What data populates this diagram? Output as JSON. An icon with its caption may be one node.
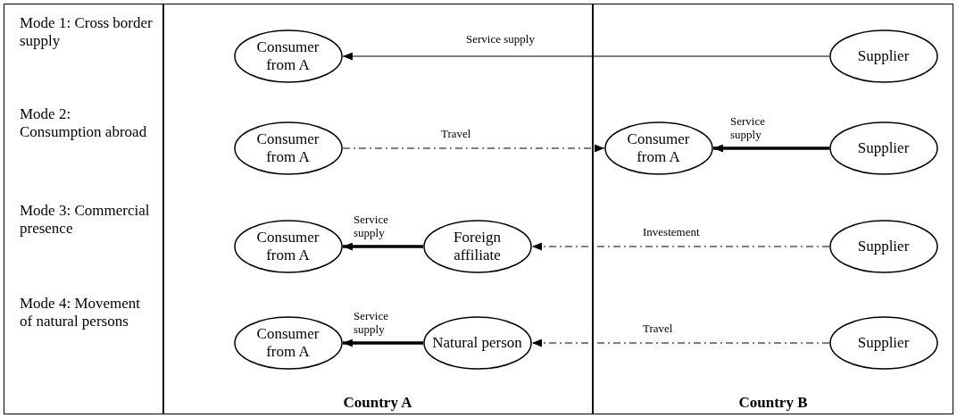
{
  "diagram": {
    "nodes": [
      {
        "text": [
          "Country A"
        ]
      },
      {
        "text": [
          "Country B"
        ]
      },
      {
        "text": [
          "Consumer from A"
        ],
        "in": 0
      },
      {
        "text": [
          "Supplier"
        ],
        "in": 1
      },
      {
        "text": [
          "Consumer from A"
        ],
        "in": 0
      },
      {
        "text": [
          "Consumer from A"
        ],
        "in": 1
      },
      {
        "text": [
          "Supplier"
        ],
        "in": 1
      },
      {
        "text": [
          "Consumer from A"
        ],
        "in": 0
      },
      {
        "text": [
          "Foreign affiliate"
        ],
        "in": 0
      },
      {
        "text": [
          "Supplier"
        ],
        "in": 1
      },
      {
        "text": [
          "Consumer from A"
        ],
        "in": 0
      },
      {
        "text": [
          "Natural person"
        ],
        "in": 0
      },
      {
        "text": [
          "Supplier"
        ],
        "in": 1
      }
    ],
    "edges": [
      {
        "from": 3,
        "to": 2,
        "arrow": "to",
        "label": "Service supply"
      },
      {
        "from": 4,
        "to": 5,
        "arrow": "to",
        "label": "Travel",
        "style": "dashed"
      },
      {
        "from": 6,
        "to": 5,
        "arrow": "to",
        "label": "Service supply",
        "style": "thick"
      },
      {
        "from": 8,
        "to": 7,
        "arrow": "to",
        "label": "Service supply",
        "style": "thick"
      },
      {
        "from": 9,
        "to": 8,
        "arrow": "to",
        "label": "Investement",
        "style": "dashed"
      },
      {
        "from": 11,
        "to": 10,
        "arrow": "to",
        "label": "Service supply",
        "style": "thick"
      },
      {
        "from": 12,
        "to": 11,
        "arrow": "to",
        "label": "Travel",
        "style": "dashed"
      }
    ],
    "labels": [
      "Mode 1: Cross border supply",
      "Mode 2: Consumption abroad",
      "Mode 3: Commercial presence",
      "Mode 4: Movement of natural persons"
    ]
  }
}
